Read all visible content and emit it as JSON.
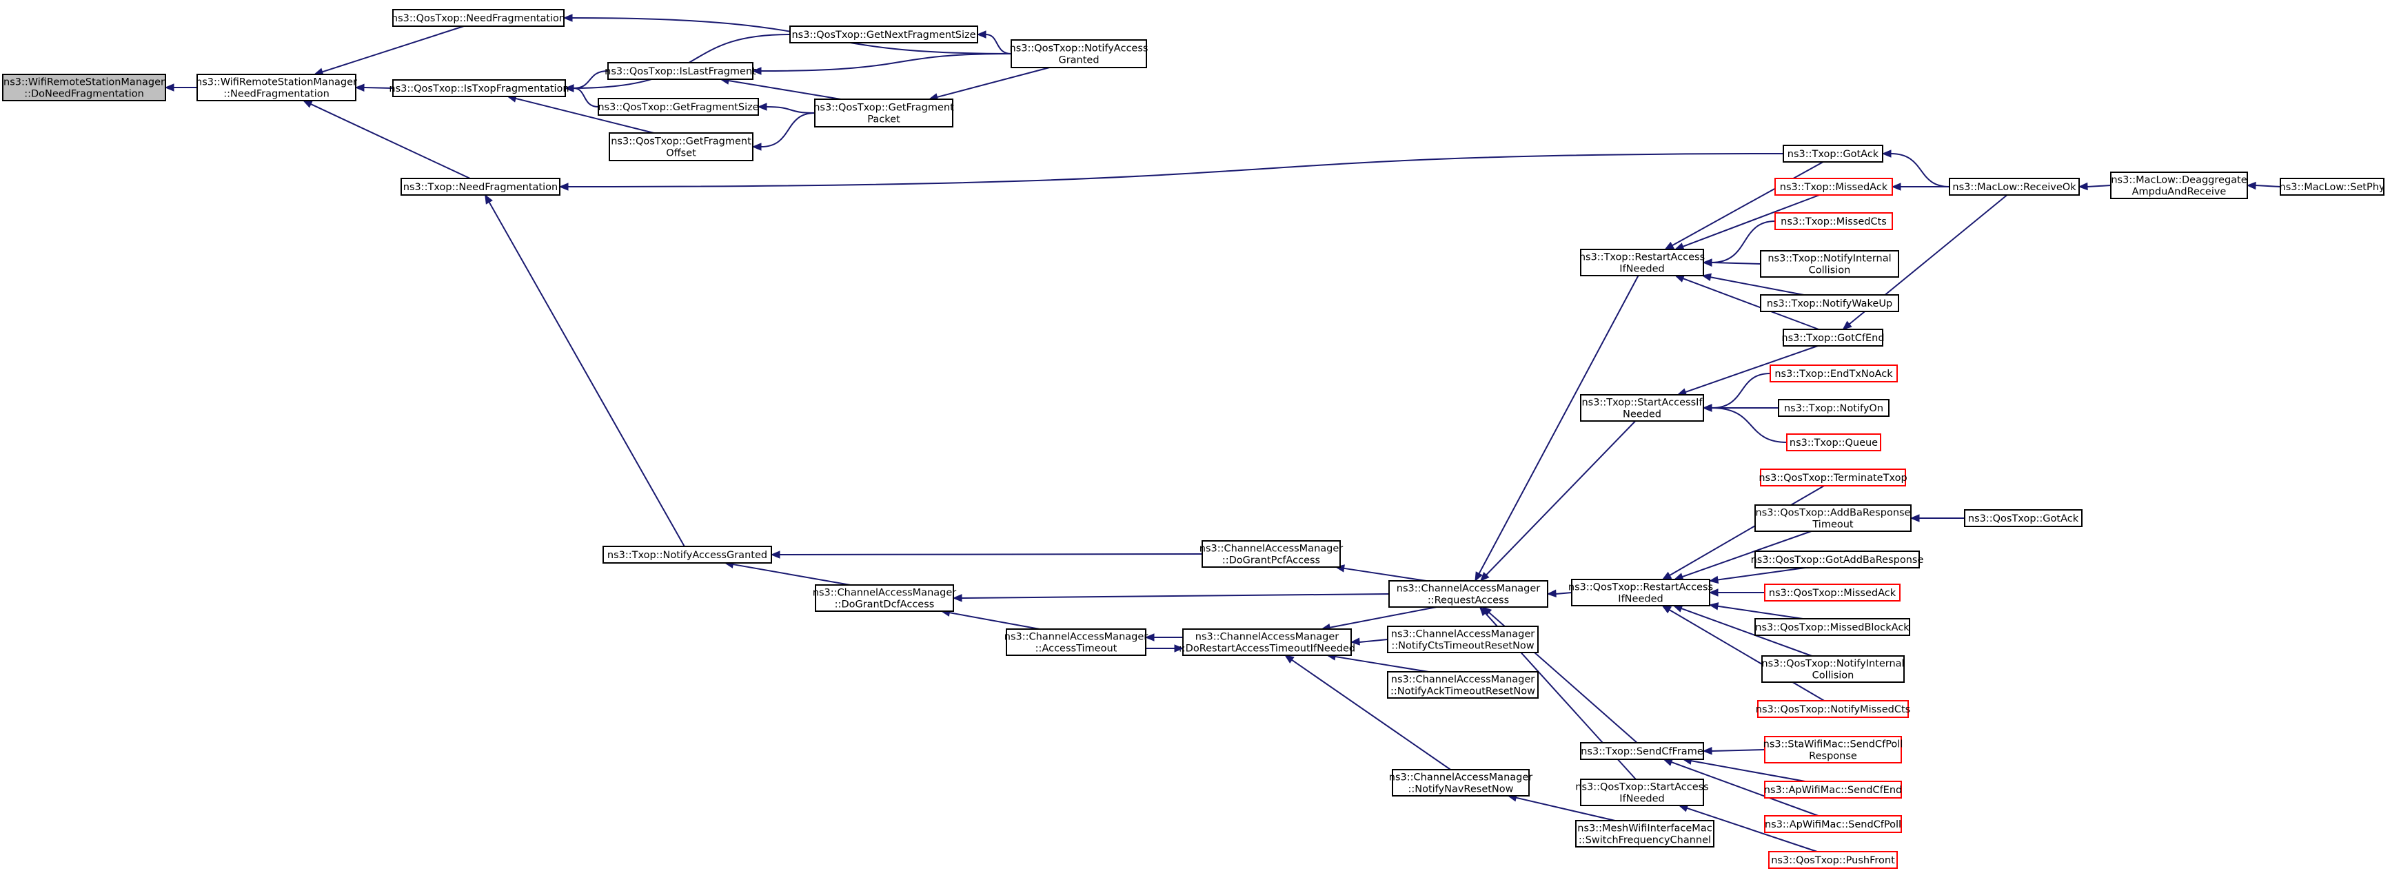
{
  "graph": {
    "nodes": [
      {
        "id": "n0",
        "lines": [
          "ns3::WifiRemoteStationManager",
          "::DoNeedFragmentation"
        ],
        "root": true
      },
      {
        "id": "n1",
        "lines": [
          "ns3::WifiRemoteStationManager",
          "::NeedFragmentation"
        ]
      },
      {
        "id": "n2",
        "lines": [
          "ns3::QosTxop::NeedFragmentation"
        ]
      },
      {
        "id": "n3",
        "lines": [
          "ns3::QosTxop::IsTxopFragmentation"
        ]
      },
      {
        "id": "n4",
        "lines": [
          "ns3::Txop::NeedFragmentation"
        ]
      },
      {
        "id": "n5",
        "lines": [
          "ns3::QosTxop::GetNextFragmentSize"
        ]
      },
      {
        "id": "n6",
        "lines": [
          "ns3::QosTxop::NotifyAccess",
          "Granted"
        ]
      },
      {
        "id": "n7",
        "lines": [
          "ns3::QosTxop::IsLastFragment"
        ]
      },
      {
        "id": "n8",
        "lines": [
          "ns3::QosTxop::GetFragmentSize"
        ]
      },
      {
        "id": "n9",
        "lines": [
          "ns3::QosTxop::GetFragment",
          "Offset"
        ]
      },
      {
        "id": "n10",
        "lines": [
          "ns3::QosTxop::GetFragment",
          "Packet"
        ]
      },
      {
        "id": "n11",
        "lines": [
          "ns3::Txop::NotifyAccessGranted"
        ]
      },
      {
        "id": "n12",
        "lines": [
          "ns3::ChannelAccessManager",
          "::DoGrantDcfAccess"
        ]
      },
      {
        "id": "n13",
        "lines": [
          "ns3::ChannelAccessManager",
          "::DoGrantPcfAccess"
        ]
      },
      {
        "id": "n14",
        "lines": [
          "ns3::ChannelAccessManager",
          "::AccessTimeout"
        ]
      },
      {
        "id": "n15",
        "lines": [
          "ns3::ChannelAccessManager",
          "::DoRestartAccessTimeoutIfNeeded"
        ]
      },
      {
        "id": "n16",
        "lines": [
          "ns3::ChannelAccessManager",
          "::RequestAccess"
        ]
      },
      {
        "id": "n17",
        "lines": [
          "ns3::ChannelAccessManager",
          "::NotifyCtsTimeoutResetNow"
        ]
      },
      {
        "id": "n18",
        "lines": [
          "ns3::ChannelAccessManager",
          "::NotifyAckTimeoutResetNow"
        ]
      },
      {
        "id": "n19",
        "lines": [
          "ns3::ChannelAccessManager",
          "::NotifyNavResetNow"
        ]
      },
      {
        "id": "n20",
        "lines": [
          "ns3::MeshWifiInterfaceMac",
          "::SwitchFrequencyChannel"
        ]
      },
      {
        "id": "n21",
        "lines": [
          "ns3::Txop::RestartAccess",
          "IfNeeded"
        ]
      },
      {
        "id": "n22",
        "lines": [
          "ns3::Txop::StartAccessIf",
          "Needed"
        ]
      },
      {
        "id": "n23",
        "lines": [
          "ns3::QosTxop::RestartAccess",
          "IfNeeded"
        ]
      },
      {
        "id": "n24",
        "lines": [
          "ns3::Txop::SendCfFrame"
        ]
      },
      {
        "id": "n25",
        "lines": [
          "ns3::QosTxop::StartAccess",
          "IfNeeded"
        ]
      },
      {
        "id": "n26",
        "lines": [
          "ns3::Txop::GotAck"
        ]
      },
      {
        "id": "n27",
        "lines": [
          "ns3::Txop::MissedAck"
        ],
        "red": true
      },
      {
        "id": "n28",
        "lines": [
          "ns3::Txop::MissedCts"
        ],
        "red": true
      },
      {
        "id": "n29",
        "lines": [
          "ns3::Txop::NotifyInternal",
          "Collision"
        ]
      },
      {
        "id": "n30",
        "lines": [
          "ns3::Txop::NotifyWakeUp"
        ]
      },
      {
        "id": "n31",
        "lines": [
          "ns3::Txop::GotCfEnd"
        ]
      },
      {
        "id": "n32",
        "lines": [
          "ns3::Txop::EndTxNoAck"
        ],
        "red": true
      },
      {
        "id": "n33",
        "lines": [
          "ns3::Txop::NotifyOn"
        ]
      },
      {
        "id": "n34",
        "lines": [
          "ns3::Txop::Queue"
        ],
        "red": true
      },
      {
        "id": "n35",
        "lines": [
          "ns3::QosTxop::TerminateTxop"
        ],
        "red": true
      },
      {
        "id": "n36",
        "lines": [
          "ns3::QosTxop::AddBaResponse",
          "Timeout"
        ]
      },
      {
        "id": "n37",
        "lines": [
          "ns3::QosTxop::GotAddBaResponse"
        ]
      },
      {
        "id": "n38",
        "lines": [
          "ns3::QosTxop::MissedAck"
        ],
        "red": true
      },
      {
        "id": "n39",
        "lines": [
          "ns3::QosTxop::MissedBlockAck"
        ]
      },
      {
        "id": "n40",
        "lines": [
          "ns3::QosTxop::NotifyInternal",
          "Collision"
        ]
      },
      {
        "id": "n41",
        "lines": [
          "ns3::QosTxop::NotifyMissedCts"
        ],
        "red": true
      },
      {
        "id": "n42",
        "lines": [
          "ns3::StaWifiMac::SendCfPoll",
          "Response"
        ],
        "red": true
      },
      {
        "id": "n43",
        "lines": [
          "ns3::ApWifiMac::SendCfEnd"
        ],
        "red": true
      },
      {
        "id": "n44",
        "lines": [
          "ns3::ApWifiMac::SendCfPoll"
        ],
        "red": true
      },
      {
        "id": "n45",
        "lines": [
          "ns3::QosTxop::PushFront"
        ],
        "red": true
      },
      {
        "id": "n46",
        "lines": [
          "ns3::MacLow::ReceiveOk"
        ]
      },
      {
        "id": "n47",
        "lines": [
          "ns3::QosTxop::GotAck"
        ]
      },
      {
        "id": "n48",
        "lines": [
          "ns3::MacLow::Deaggregate",
          "AmpduAndReceive"
        ]
      },
      {
        "id": "n49",
        "lines": [
          "ns3::MacLow::SetPhy"
        ]
      }
    ],
    "edges": [
      {
        "from": "n1",
        "to": "n0"
      },
      {
        "from": "n2",
        "to": "n1"
      },
      {
        "from": "n3",
        "to": "n1"
      },
      {
        "from": "n4",
        "to": "n1"
      },
      {
        "from": "n6",
        "to": "n2"
      },
      {
        "from": "n5",
        "to": "n3"
      },
      {
        "from": "n7",
        "to": "n3"
      },
      {
        "from": "n8",
        "to": "n3"
      },
      {
        "from": "n9",
        "to": "n3"
      },
      {
        "from": "n6",
        "to": "n5"
      },
      {
        "from": "n6",
        "to": "n7"
      },
      {
        "from": "n10",
        "to": "n7"
      },
      {
        "from": "n10",
        "to": "n8"
      },
      {
        "from": "n10",
        "to": "n9"
      },
      {
        "from": "n6",
        "to": "n10"
      },
      {
        "from": "n26",
        "to": "n4"
      },
      {
        "from": "n11",
        "to": "n4"
      },
      {
        "from": "n13",
        "to": "n11"
      },
      {
        "from": "n12",
        "to": "n11"
      },
      {
        "from": "n16",
        "to": "n13"
      },
      {
        "from": "n16",
        "to": "n12"
      },
      {
        "from": "n14",
        "to": "n12"
      },
      {
        "from": "n15",
        "to": "n14"
      },
      {
        "from": "n14",
        "to": "n15"
      },
      {
        "from": "n16",
        "to": "n15"
      },
      {
        "from": "n17",
        "to": "n15"
      },
      {
        "from": "n18",
        "to": "n15"
      },
      {
        "from": "n19",
        "to": "n15"
      },
      {
        "from": "n20",
        "to": "n19"
      },
      {
        "from": "n21",
        "to": "n16"
      },
      {
        "from": "n22",
        "to": "n16"
      },
      {
        "from": "n23",
        "to": "n16"
      },
      {
        "from": "n24",
        "to": "n16"
      },
      {
        "from": "n25",
        "to": "n16"
      },
      {
        "from": "n26",
        "to": "n21"
      },
      {
        "from": "n27",
        "to": "n21"
      },
      {
        "from": "n28",
        "to": "n21"
      },
      {
        "from": "n29",
        "to": "n21"
      },
      {
        "from": "n30",
        "to": "n21"
      },
      {
        "from": "n31",
        "to": "n21"
      },
      {
        "from": "n31",
        "to": "n22"
      },
      {
        "from": "n32",
        "to": "n22"
      },
      {
        "from": "n33",
        "to": "n22"
      },
      {
        "from": "n34",
        "to": "n22"
      },
      {
        "from": "n35",
        "to": "n23"
      },
      {
        "from": "n36",
        "to": "n23"
      },
      {
        "from": "n37",
        "to": "n23"
      },
      {
        "from": "n38",
        "to": "n23"
      },
      {
        "from": "n39",
        "to": "n23"
      },
      {
        "from": "n40",
        "to": "n23"
      },
      {
        "from": "n41",
        "to": "n23"
      },
      {
        "from": "n42",
        "to": "n24"
      },
      {
        "from": "n43",
        "to": "n24"
      },
      {
        "from": "n44",
        "to": "n24"
      },
      {
        "from": "n45",
        "to": "n25"
      },
      {
        "from": "n46",
        "to": "n26"
      },
      {
        "from": "n46",
        "to": "n27"
      },
      {
        "from": "n46",
        "to": "n31"
      },
      {
        "from": "n47",
        "to": "n36"
      },
      {
        "from": "n48",
        "to": "n46"
      },
      {
        "from": "n49",
        "to": "n48"
      }
    ]
  }
}
